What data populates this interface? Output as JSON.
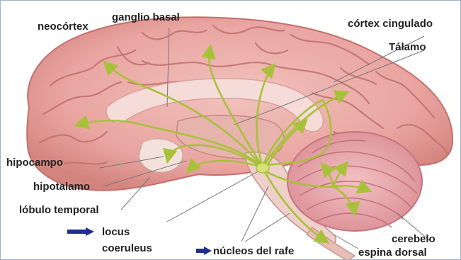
{
  "labels": {
    "neocortex": "neocórtex",
    "ganglio_basal": "ganglio basal",
    "cortex_cingulado": "córtex cingulado",
    "talamo": "Tálamo",
    "hipocampo": "hipocampo",
    "hipotalamo": "hipotalamo",
    "lobulo_temporal": "lóbulo temporal",
    "locus_line1": "locus",
    "locus_line2": "coeruleus",
    "nucleos_rafe": "núcleos del rafe",
    "cerebelo": "cerebelo",
    "espina_dorsal": "espina dorsal"
  },
  "icons": {
    "locus_arrow": "right-arrow-icon",
    "rafe_arrow": "right-arrow-icon"
  },
  "colors": {
    "cortex": "#e9a4a0",
    "cortex_dark": "#c56f6c",
    "pathway": "#a9c13a",
    "arrow_icon": "#1f2f8f",
    "label_text": "#222222",
    "leader_line": "#777777"
  }
}
